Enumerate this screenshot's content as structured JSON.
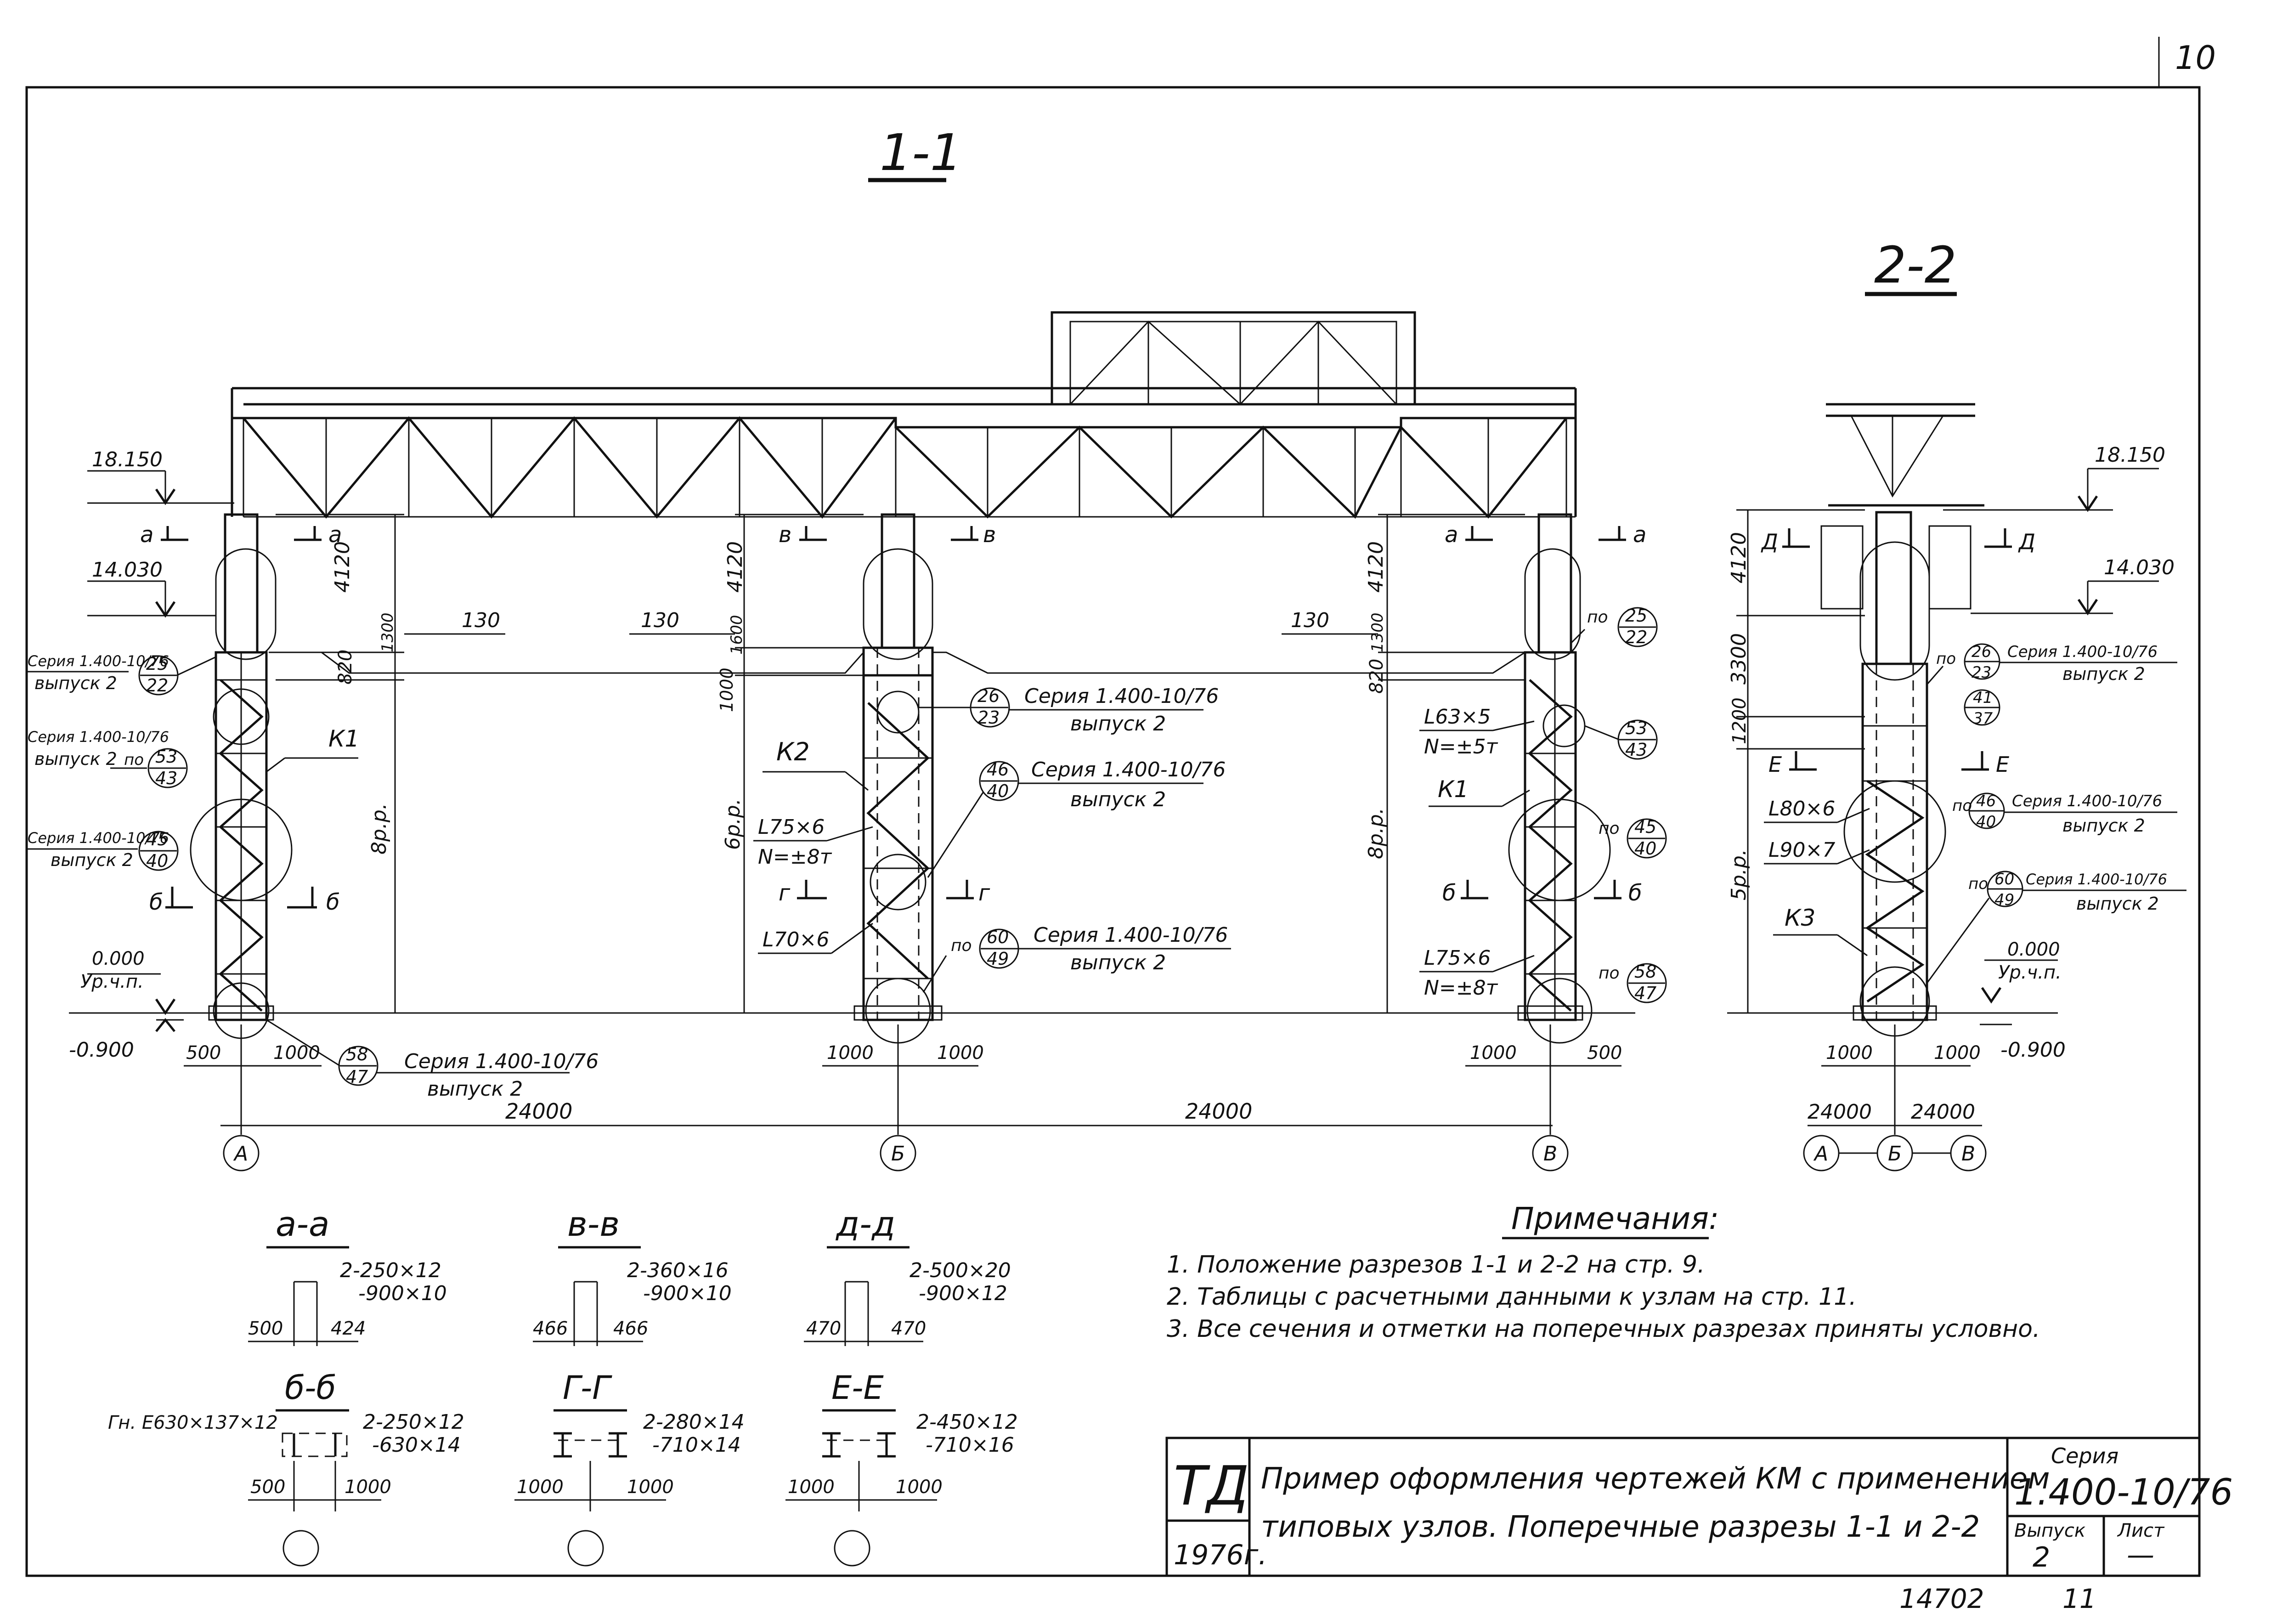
{
  "sheet_corner": "10",
  "section_1_1": {
    "title": "1-1",
    "elev_top": "18.150",
    "elev_crane": "14.030",
    "elev_zero": "0.000",
    "floor_label": "Ур.ч.п.",
    "elev_base": "-0.900",
    "dims": {
      "d4120": "4120",
      "d1300": "1300",
      "d1600": "1600",
      "d820": "820",
      "d1000": "1000",
      "d8pp": "8р.р.",
      "d6pp": "6р.р.",
      "d130": "130",
      "d500": "500",
      "d24000": "24000"
    },
    "columns": {
      "k1": "К1",
      "k2": "К2"
    },
    "sections": {
      "a": "а",
      "b": "б",
      "v": "в",
      "g": "г"
    },
    "angles": {
      "l75x6": "L75×6",
      "n8": "N=±8т",
      "l70x6": "L70×6",
      "l63x5": "L63×5",
      "n5": "N=±5т"
    },
    "series": "Серия 1.400-10/76",
    "series_short": "Серия 1.400-10/76",
    "issue": "выпуск 2",
    "po": "по",
    "nodes": {
      "n25": "25",
      "n22": "22",
      "n53": "53",
      "n43": "43",
      "n45": "45",
      "n40": "40",
      "n58": "58",
      "n47": "47",
      "n26": "26",
      "n23": "23",
      "n46": "46",
      "n60": "60",
      "n49": "49"
    },
    "axes": {
      "a": "А",
      "b": "Б",
      "v": "В"
    }
  },
  "section_2_2": {
    "title": "2-2",
    "elev_top": "18.150",
    "elev_crane": "14.030",
    "elev_zero": "0.000",
    "floor_label": "Ур.ч.п.",
    "elev_base": "-0.900",
    "dims": {
      "d4120": "4120",
      "d3300": "3300",
      "d1200": "1200",
      "d5pp": "5р.р.",
      "d1000": "1000",
      "d24000": "24000"
    },
    "column": "К3",
    "sections": {
      "d": "Д",
      "e": "Е"
    },
    "angles": {
      "l80x6": "L80×6",
      "l90x7": "L90×7"
    },
    "nodes": {
      "n41": "41",
      "n37": "37"
    }
  },
  "mini_sections": {
    "aa": {
      "title": "а-а",
      "plates": "2-250×12",
      "web": "-900×10",
      "left": "500",
      "right": "424"
    },
    "vv": {
      "title": "в-в",
      "plates": "2-360×16",
      "web": "-900×10",
      "left": "466",
      "right": "466"
    },
    "dd": {
      "title": "д-д",
      "plates": "2-500×20",
      "web": "-900×12",
      "left": "470",
      "right": "470"
    },
    "bb": {
      "title": "б-б",
      "channel": "Гн. Е630×137×12",
      "plates": "2-250×12",
      "web": "-630×14",
      "left": "500",
      "right": "1000"
    },
    "gg": {
      "title": "Г-Г",
      "plates": "2-280×14",
      "web": "-710×14",
      "left": "1000",
      "right": "1000"
    },
    "ee": {
      "title": "Е-Е",
      "plates": "2-450×12",
      "web": "-710×16",
      "left": "1000",
      "right": "1000"
    }
  },
  "notes": {
    "heading": "Примечания:",
    "items": [
      "1.  Положение  разрезов  1-1 и 2-2  на  стр. 9.",
      "2.  Таблицы  с  расчетными  данными  к  узлам   на  стр. 11.",
      "3.  Все  сечения   и  отметки  на  поперечных  разрезах   приняты  условно."
    ]
  },
  "title_block": {
    "org": "ТД",
    "year": "1976г.",
    "title_line1": "Пример оформления чертежей КМ с применением",
    "title_line2": "типовых узлов. Поперечные разрезы 1-1 и 2-2",
    "series_label": "Серия",
    "series_value": "1.400-10/76",
    "issue_label": "Выпуск",
    "issue_value": "2",
    "sheet_label": "Лист",
    "sheet_value": "—"
  },
  "footer": {
    "inv": "14702",
    "page": "11"
  }
}
